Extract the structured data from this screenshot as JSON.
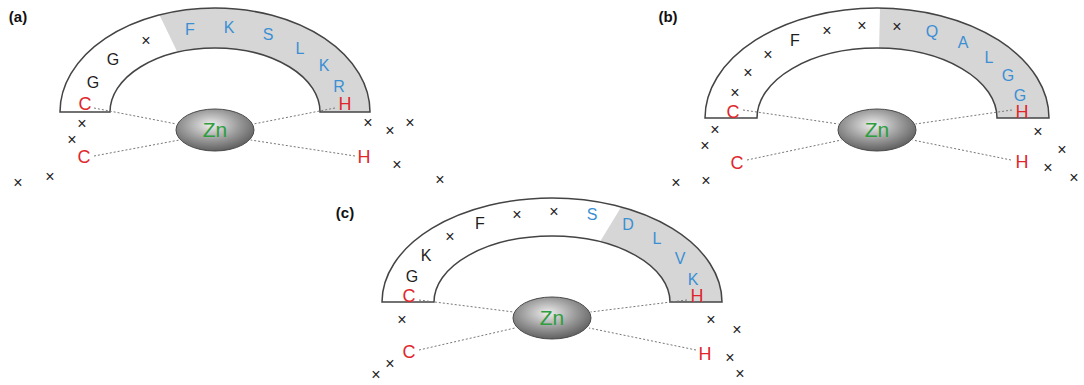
{
  "diagram": {
    "nodes": [
      {
        "text": [
          "Zn"
        ]
      },
      {
        "text": [
          "Zn"
        ]
      },
      {
        "text": [
          "Zn"
        ]
      }
    ],
    "labels": [
      "(a)",
      "C",
      "G",
      "G",
      "×",
      "F",
      "K",
      "S",
      "L",
      "K",
      "R",
      "H",
      "×",
      "×",
      "C",
      "×",
      "×",
      "×",
      "×",
      "×",
      "H",
      "×",
      "×",
      "(b)",
      "C",
      "×",
      "×",
      "×",
      "F",
      "×",
      "×",
      "×",
      "Q",
      "A",
      "L",
      "G",
      "G",
      "H",
      "×",
      "×",
      "C",
      "×",
      "×",
      "×",
      "×",
      "H",
      "×",
      "×",
      "(c)",
      "C",
      "G",
      "K",
      "×",
      "F",
      "×",
      "×",
      "S",
      "D",
      "L",
      "V",
      "K",
      "H",
      "×",
      "C",
      "×",
      "×",
      "×",
      "×",
      "H",
      "×",
      "×"
    ]
  }
}
